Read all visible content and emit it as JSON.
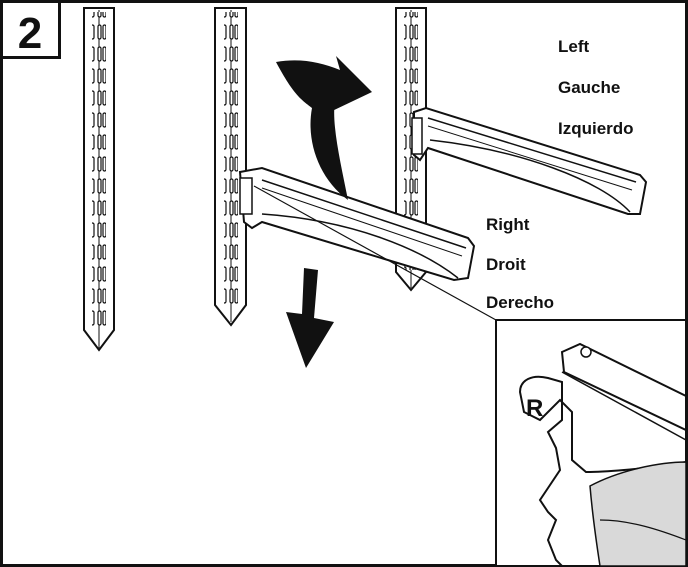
{
  "step_number": "2",
  "labels": {
    "left": [
      "Left",
      "Gauche",
      "Izquierdo"
    ],
    "right": [
      "Right",
      "Droit",
      "Derecho"
    ]
  },
  "inset_marker": "R",
  "colors": {
    "ink": "#111111",
    "paper": "#ffffff",
    "shading": "#d9d9d9"
  },
  "icons": [
    "curved-up-arrow-icon",
    "down-arrow-icon"
  ]
}
